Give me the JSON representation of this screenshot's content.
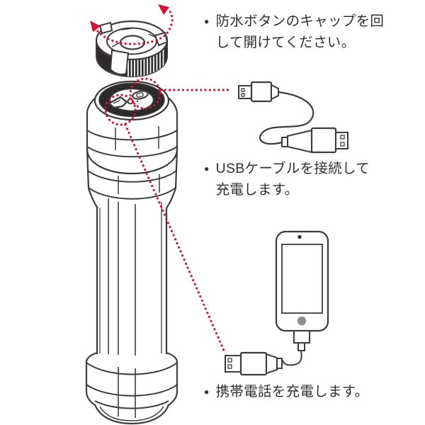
{
  "document": {
    "type": "product-instruction-diagram",
    "product": "flashlight-power-bank"
  },
  "steps": [
    {
      "bullet": "●",
      "lines": [
        "防水ボタンのキャップを回",
        "して開けてください。"
      ]
    },
    {
      "bullet": "●",
      "lines": [
        "USBケーブルを接続して",
        "充電します。"
      ]
    },
    {
      "bullet": "●",
      "lines": [
        "携帯電話を充電します。"
      ]
    }
  ],
  "figures": {
    "cap": "waterproof-button-cap",
    "rotation_arrow": "cap-rotation-direction",
    "flashlight": "flashlight-power-bank-body",
    "top_ports": {
      "left": "micro-usb-input-port",
      "right": "usb-a-output-port"
    },
    "usb_cable": "usb-charging-cable",
    "phone": "mobile-phone-with-charging-cable"
  },
  "colors": {
    "background": "#ffffff",
    "line_art": "#3f3b3c",
    "dark_fill": "#2d2a2b",
    "annotation_red": "#d21534",
    "text": "#332f30",
    "home_button_gray": "#8d8d8d"
  }
}
